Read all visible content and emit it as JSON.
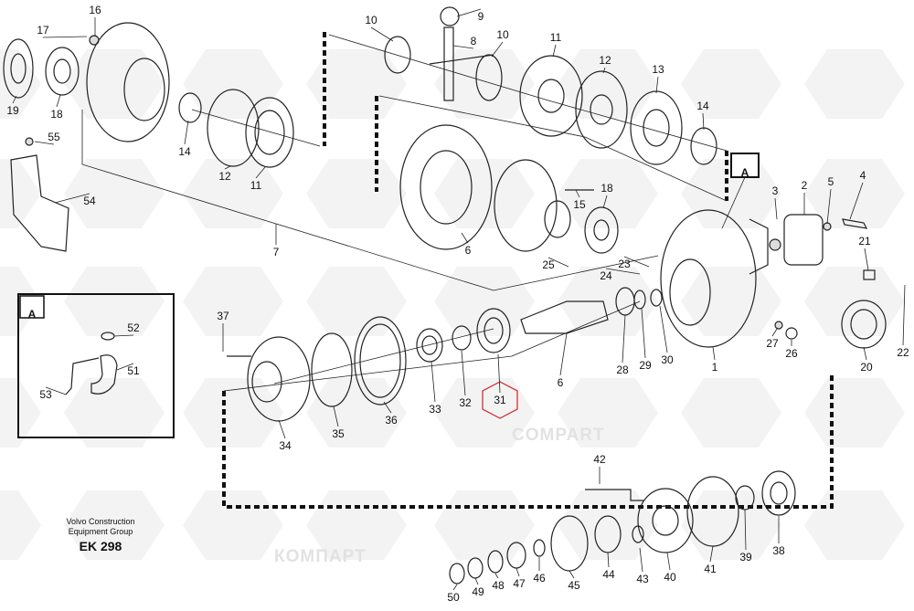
{
  "diagram": {
    "watermarks": [
      "КОМПАРТ",
      "COMPART"
    ],
    "callouts": [
      "16",
      "17",
      "19",
      "18",
      "10",
      "9",
      "8",
      "10",
      "11",
      "12",
      "13",
      "14",
      "14",
      "12",
      "11",
      "55",
      "54",
      "7",
      "6",
      "15",
      "18",
      "A",
      "3",
      "2",
      "5",
      "4",
      "21",
      "25",
      "23",
      "24",
      "22",
      "20",
      "27",
      "26",
      "1",
      "30",
      "29",
      "28",
      "6",
      "31",
      "32",
      "33",
      "36",
      "35",
      "34",
      "37",
      "52",
      "51",
      "53",
      "A",
      "42",
      "50",
      "49",
      "48",
      "47",
      "46",
      "45",
      "44",
      "43",
      "40",
      "41",
      "39",
      "38"
    ],
    "highlight_color": "#d02020",
    "footer": {
      "line1": "Volvo Construction",
      "line2": "Equipment Group",
      "code": "EK  298"
    }
  }
}
